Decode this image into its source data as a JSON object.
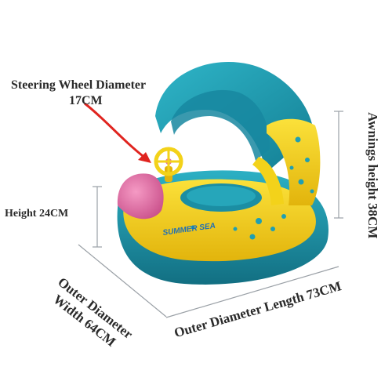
{
  "labels": {
    "steering_title": "Steering Wheel Diameter",
    "steering_value": "17CM",
    "height": "Height 24CM",
    "awning": "Awnings height 38CM",
    "outer_width_line1": "Outer Diameter",
    "outer_width_line2": "Width 64CM",
    "outer_length": "Outer Diameter Length 73CM"
  },
  "product_print": "SUMMER SEA",
  "colors": {
    "background": "#ffffff",
    "teal": "#1f9fb3",
    "yellow": "#f3d21a",
    "pink": "#e86fa8",
    "arrow_red": "#e0241f",
    "text": "#2a2a2a",
    "dim_line": "#9aa0a6"
  }
}
